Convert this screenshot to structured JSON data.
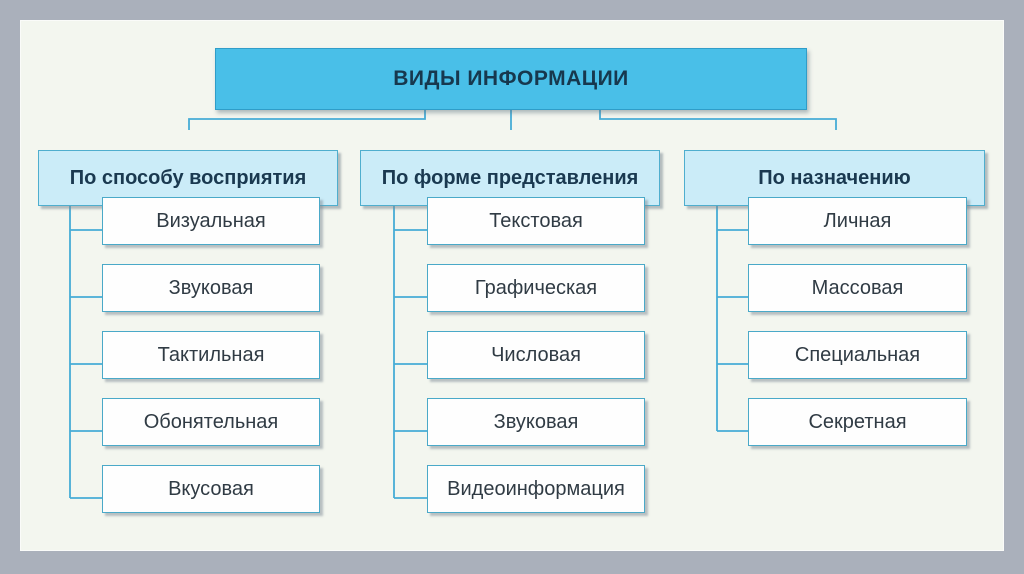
{
  "diagram": {
    "root": "ВИДЫ ИНФОРМАЦИИ",
    "columns": [
      {
        "header": "По способу восприятия",
        "items": [
          "Визуальная",
          "Звуковая",
          "Тактильная",
          "Обонятельная",
          "Вкусовая"
        ]
      },
      {
        "header": "По форме представления",
        "items": [
          "Текстовая",
          "Графическая",
          "Числовая",
          "Звуковая",
          "Видеоинформация"
        ]
      },
      {
        "header": "По назначению",
        "items": [
          "Личная",
          "Массовая",
          "Специальная",
          "Секретная"
        ]
      }
    ],
    "colors": {
      "root_fill": "#49bfe8",
      "category_fill": "#cbecf8",
      "leaf_fill": "#fefefe",
      "line": "#46acd6",
      "box_border": "#4aa9c8",
      "slide_background": "#f3f6ef",
      "frame": "#aab0bb",
      "title_text": "#17384e"
    }
  }
}
